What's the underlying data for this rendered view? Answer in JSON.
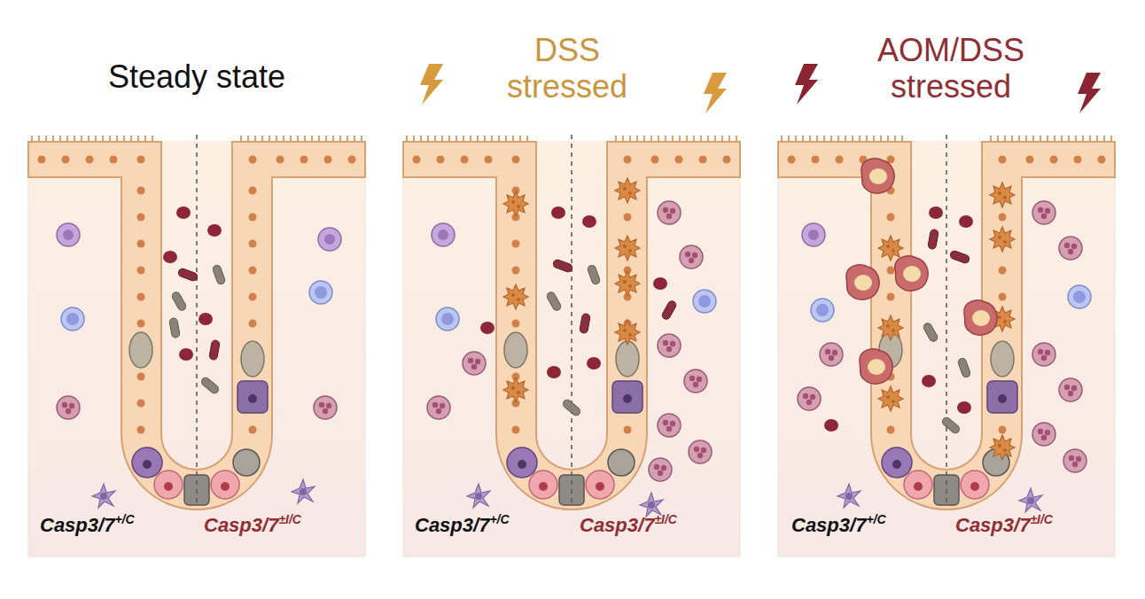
{
  "diagram": {
    "labels": [
      "Steady state",
      "DSS stressed",
      "AOM/DSS stressed",
      "Casp3/7+/C",
      "Casp3/7±I/C",
      "Casp3/7+/C",
      "Casp3/7±I/C",
      "Casp3/7+/C",
      "Casp3/7±I/C"
    ]
  }
}
